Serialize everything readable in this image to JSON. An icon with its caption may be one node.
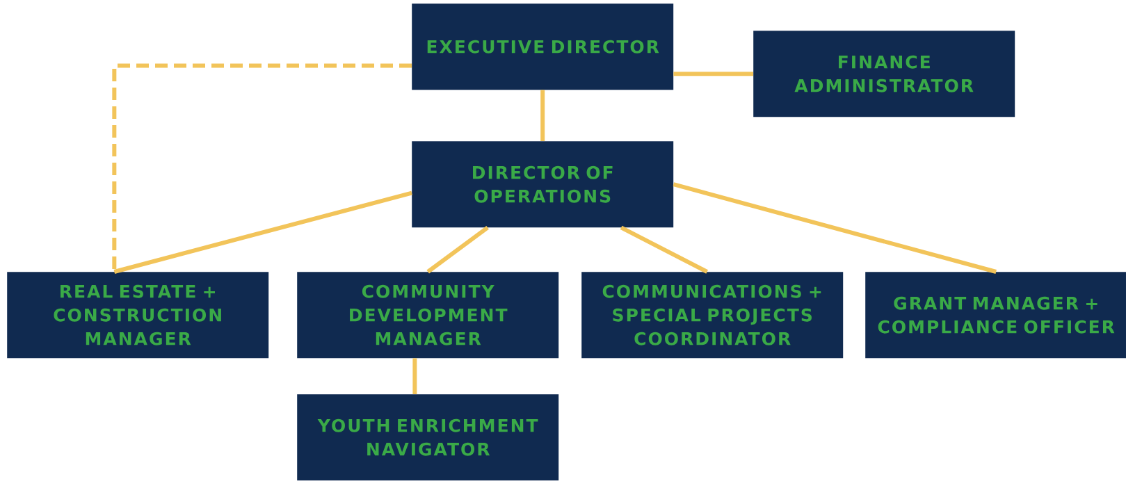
{
  "diagram": {
    "nodes": [
      {
        "text": [
          "EXECUTIVE DIRECTOR"
        ]
      },
      {
        "text": [
          "FINANCE ADMINISTRATOR"
        ]
      },
      {
        "text": [
          "DIRECTOR OF OPERATIONS"
        ]
      },
      {
        "text": [
          "REAL ESTATE + CONSTRUCTION MANAGER"
        ]
      },
      {
        "text": [
          "COMMUNITY DEVELOPMENT MANAGER"
        ]
      },
      {
        "text": [
          "COMMUNICATIONS + SPECIAL PROJECTS COORDINATOR"
        ]
      },
      {
        "text": [
          "GRANT MANAGER + COMPLIANCE OFFICER"
        ]
      },
      {
        "text": [
          "YOUTH ENRICHMENT NAVIGATOR"
        ]
      }
    ],
    "edges": [
      {
        "from": 0,
        "to": 1,
        "arrow": "none"
      },
      {
        "from": 0,
        "to": 2,
        "arrow": "none"
      },
      {
        "from": 0,
        "to": 3,
        "arrow": "none",
        "style": "dashed"
      },
      {
        "from": 2,
        "to": 3,
        "arrow": "none"
      },
      {
        "from": 2,
        "to": 4,
        "arrow": "none"
      },
      {
        "from": 2,
        "to": 5,
        "arrow": "none"
      },
      {
        "from": 2,
        "to": 6,
        "arrow": "none"
      },
      {
        "from": 4,
        "to": 7,
        "arrow": "none"
      }
    ]
  }
}
